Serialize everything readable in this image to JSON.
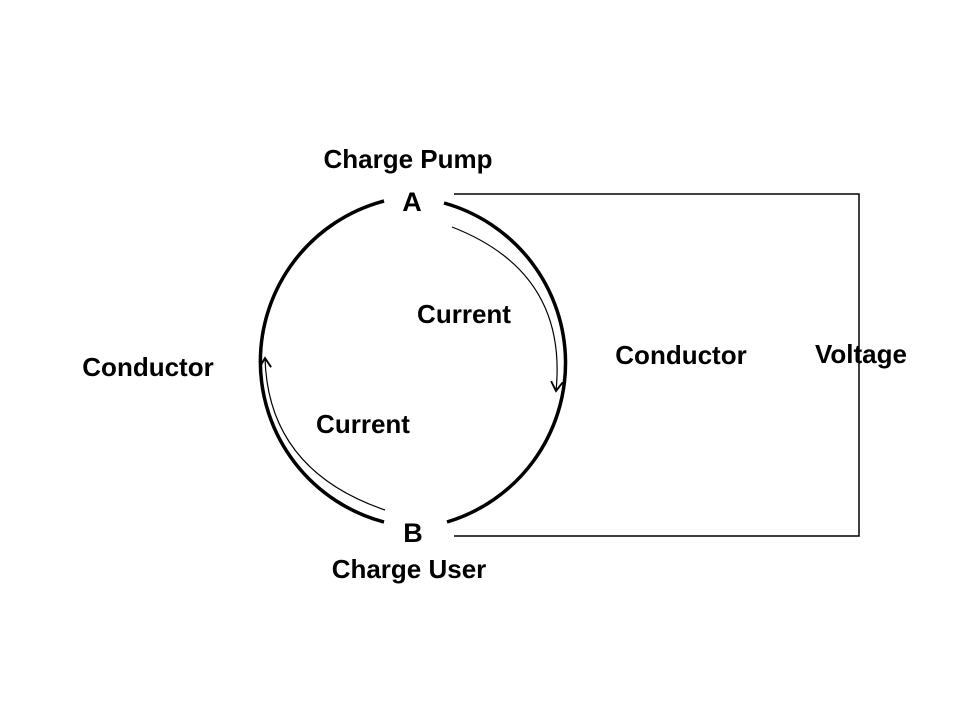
{
  "nodes": {
    "a": {
      "letter": "A",
      "name": "Charge Pump"
    },
    "b": {
      "letter": "B",
      "name": "Charge User"
    }
  },
  "conductors": {
    "left": "Conductor",
    "right": "Conductor"
  },
  "currents": {
    "right": "Current",
    "left": "Current"
  },
  "voltage_label": "Voltage"
}
